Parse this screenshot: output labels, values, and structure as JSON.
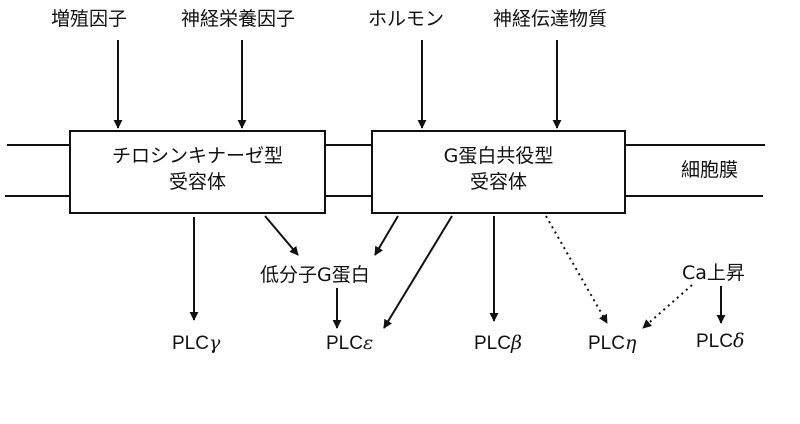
{
  "diagram": {
    "language": "ja",
    "inputs": [
      {
        "id": "growth-factor",
        "label": "増殖因子"
      },
      {
        "id": "neurotrophic-factor",
        "label": "神経栄養因子"
      },
      {
        "id": "hormone",
        "label": "ホルモン"
      },
      {
        "id": "neurotransmitter",
        "label": "神経伝達物質"
      }
    ],
    "membrane_label": "細胞膜",
    "receptors": [
      {
        "id": "rtk",
        "line1": "チロシンキナーゼ型",
        "line2": "受容体"
      },
      {
        "id": "gpcr",
        "line1": "G蛋白共役型",
        "line2": "受容体"
      }
    ],
    "intermediates": [
      {
        "id": "small-g-protein",
        "label": "低分子G蛋白"
      },
      {
        "id": "ca-rise",
        "label": "Ca上昇"
      }
    ],
    "targets": [
      {
        "id": "plc-gamma",
        "prefix": "PLC",
        "greek": "γ"
      },
      {
        "id": "plc-epsilon",
        "prefix": "PLC",
        "greek": "ε"
      },
      {
        "id": "plc-beta",
        "prefix": "PLC",
        "greek": "β"
      },
      {
        "id": "plc-eta",
        "prefix": "PLC",
        "greek": "η"
      },
      {
        "id": "plc-delta",
        "prefix": "PLC",
        "greek": "δ"
      }
    ],
    "edges": [
      {
        "from": "growth-factor",
        "to": "rtk",
        "style": "solid"
      },
      {
        "from": "neurotrophic-factor",
        "to": "rtk",
        "style": "solid"
      },
      {
        "from": "hormone",
        "to": "gpcr",
        "style": "solid"
      },
      {
        "from": "neurotransmitter",
        "to": "gpcr",
        "style": "solid"
      },
      {
        "from": "rtk",
        "to": "plc-gamma",
        "style": "solid"
      },
      {
        "from": "rtk",
        "to": "small-g-protein",
        "style": "solid"
      },
      {
        "from": "gpcr",
        "to": "small-g-protein",
        "style": "solid"
      },
      {
        "from": "small-g-protein",
        "to": "plc-epsilon",
        "style": "solid"
      },
      {
        "from": "gpcr",
        "to": "plc-epsilon",
        "style": "solid"
      },
      {
        "from": "gpcr",
        "to": "plc-beta",
        "style": "solid"
      },
      {
        "from": "gpcr",
        "to": "plc-eta",
        "style": "dotted"
      },
      {
        "from": "ca-rise",
        "to": "plc-eta",
        "style": "dotted"
      },
      {
        "from": "ca-rise",
        "to": "plc-delta",
        "style": "solid"
      }
    ]
  }
}
